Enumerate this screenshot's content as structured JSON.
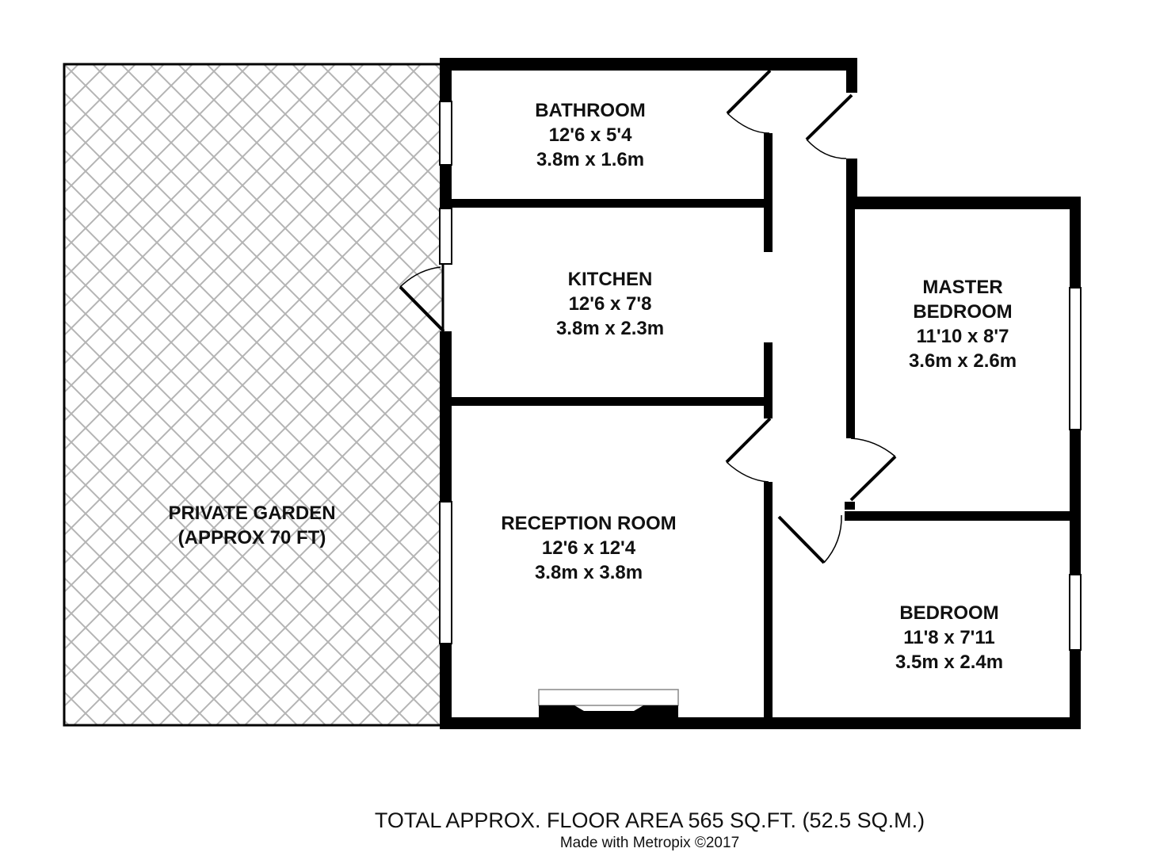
{
  "rooms": {
    "bathroom": {
      "name": "BATHROOM",
      "imperial": "12'6 x 5'4",
      "metric": "3.8m x 1.6m"
    },
    "kitchen": {
      "name": "KITCHEN",
      "imperial": "12'6 x 7'8",
      "metric": "3.8m x 2.3m"
    },
    "master_bedroom": {
      "name_line1": "MASTER",
      "name_line2": "BEDROOM",
      "imperial": "11'10 x 8'7",
      "metric": "3.6m x 2.6m"
    },
    "reception": {
      "name": "RECEPTION ROOM",
      "imperial": "12'6 x 12'4",
      "metric": "3.8m x 3.8m"
    },
    "bedroom": {
      "name": "BEDROOM",
      "imperial": "11'8 x 7'11",
      "metric": "3.5m x 2.4m"
    },
    "garden": {
      "line1": "PRIVATE GARDEN",
      "line2": "(APPROX 70 FT)"
    }
  },
  "footer": {
    "total_area": "TOTAL APPROX. FLOOR AREA 565 SQ.FT. (52.5 SQ.M.)",
    "credit": "Made with Metropix ©2017"
  },
  "colors": {
    "wall": "#000000",
    "hatch": "#b4b4b4",
    "background": "#ffffff"
  }
}
